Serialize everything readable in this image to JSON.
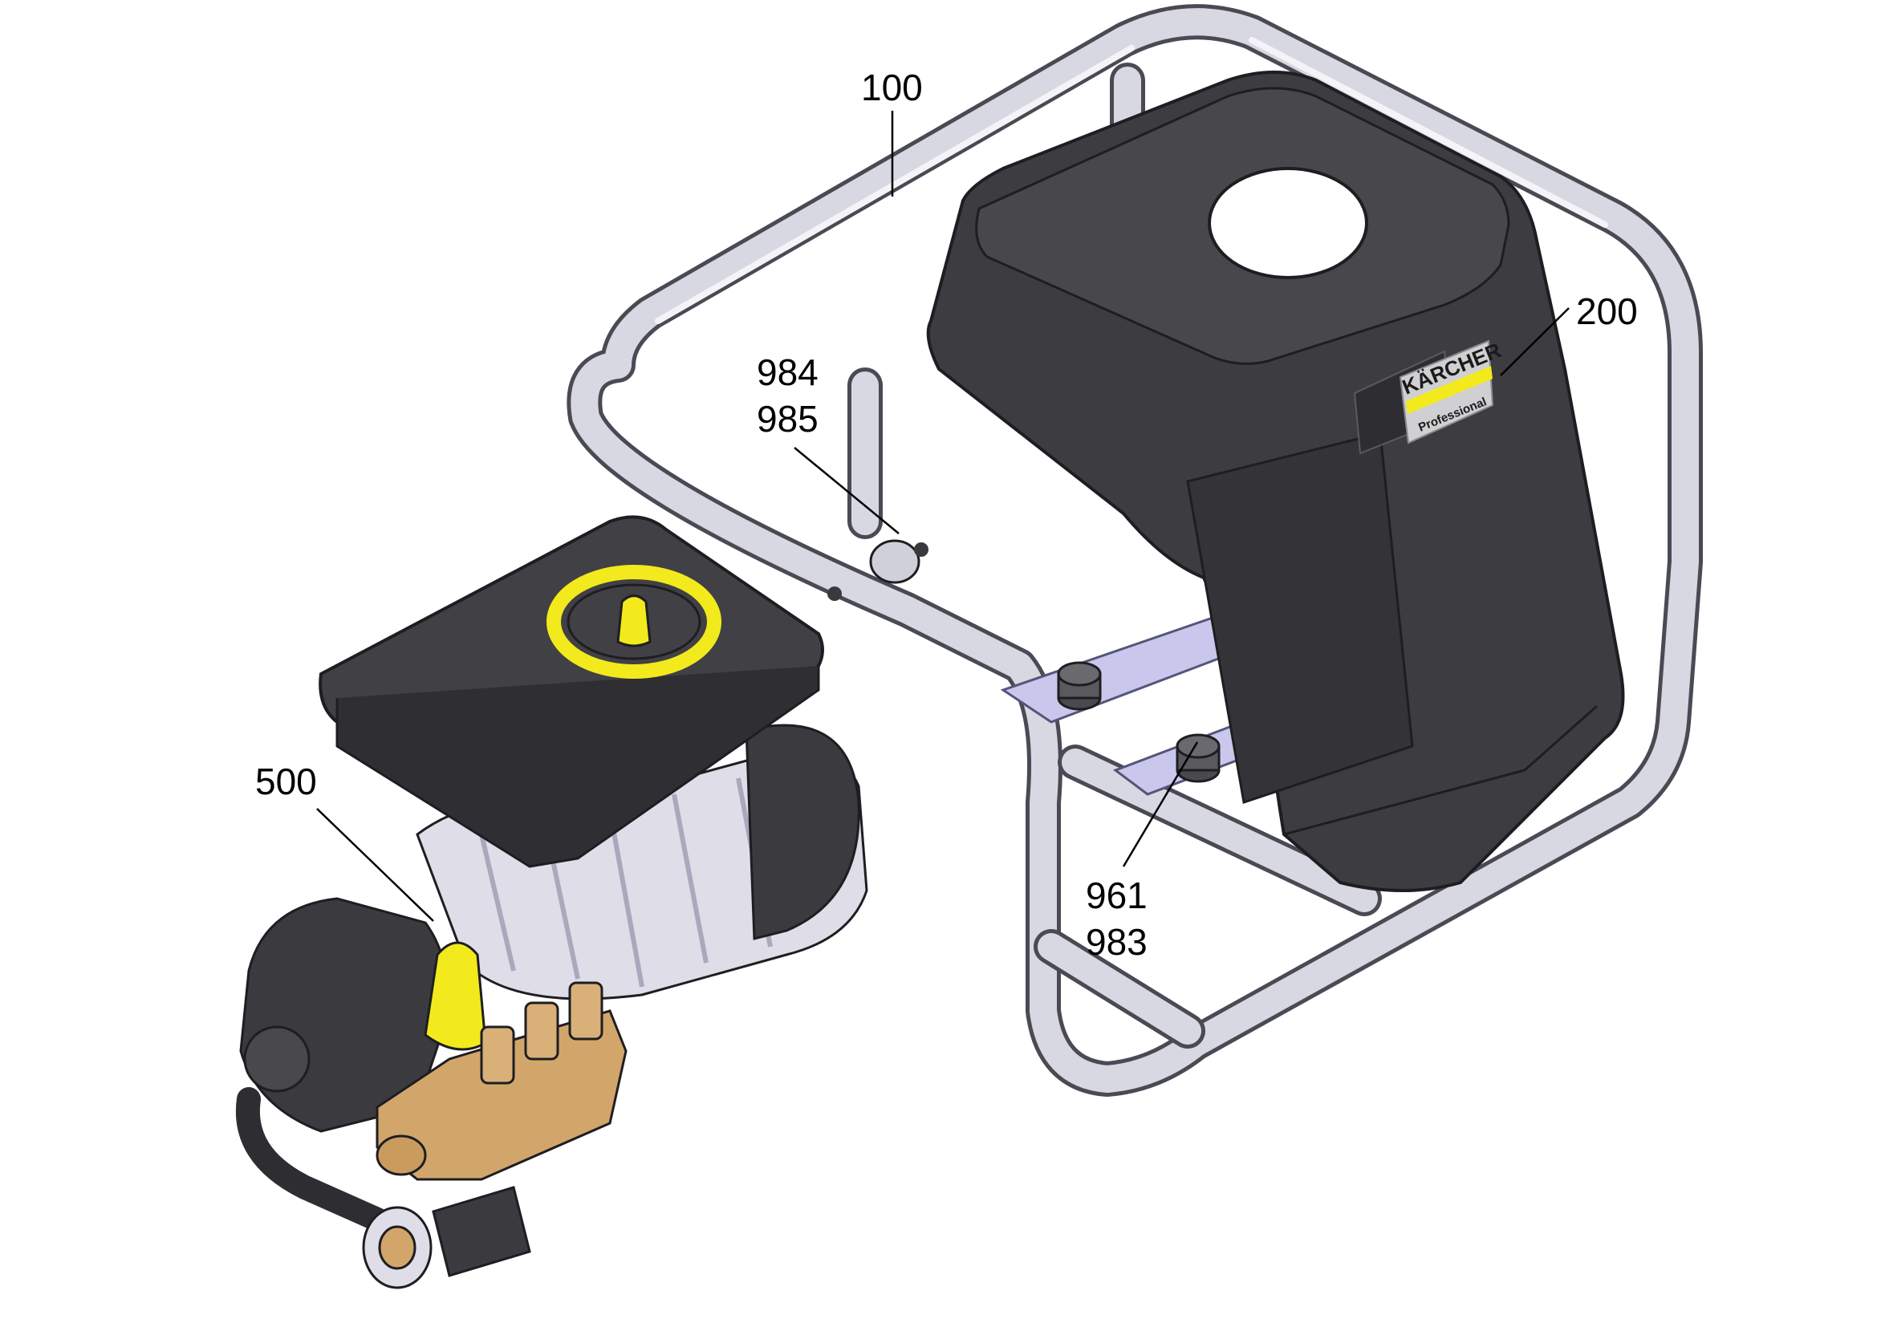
{
  "callouts": {
    "frame": "100",
    "hood": "200",
    "motor_pump": "500",
    "clamp_a": "984",
    "clamp_b": "985",
    "mount_a": "961",
    "mount_b": "983"
  },
  "brand": {
    "logo_text": "KÄRCHER",
    "logo_subtext": "Professional",
    "accent": "#f2ea1c",
    "housing": "#3c3c41",
    "frame": "#d6d6e0",
    "brass": "#d2a66a"
  }
}
